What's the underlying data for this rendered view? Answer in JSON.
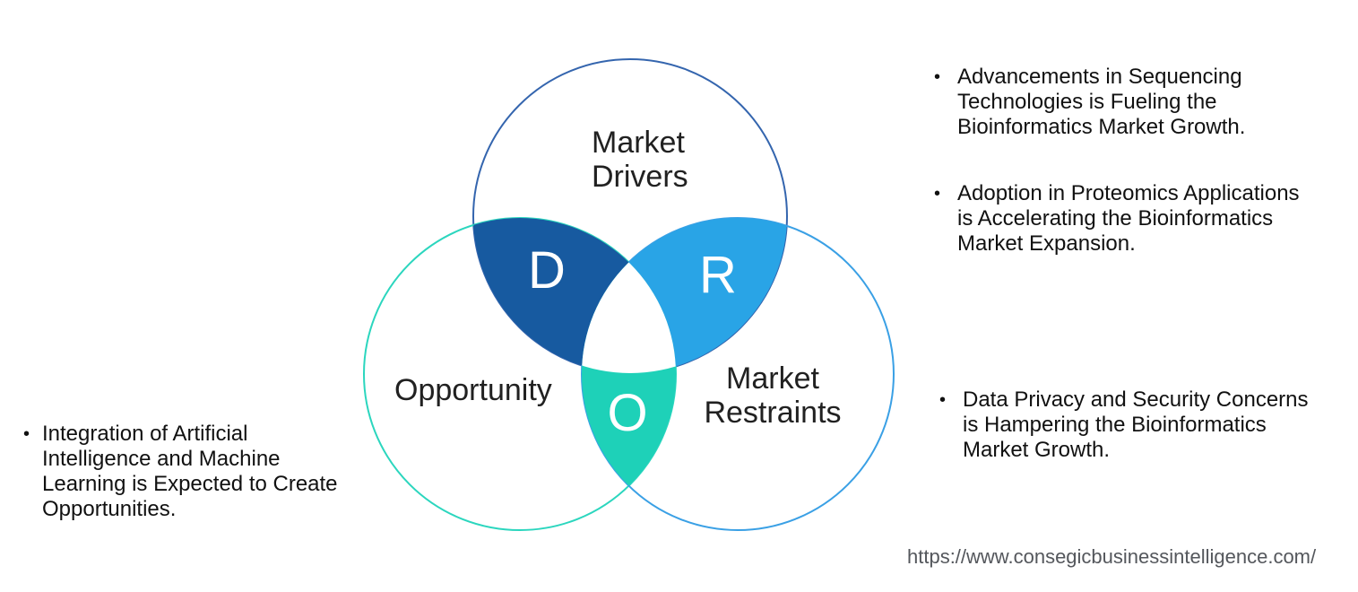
{
  "colors": {
    "background": "#ffffff",
    "drivers_stroke": "#3465ae",
    "opportunity_stroke": "#2bd6be",
    "restraints_stroke": "#3aa0e5",
    "d_fill": "#175aa0",
    "r_fill": "#29a4e6",
    "o_fill": "#1ed1b8",
    "center_fill": "#ffffff",
    "letter_color": "#ffffff",
    "label_color": "#212121",
    "note_color": "#111111",
    "url_color": "#54575c"
  },
  "venn": {
    "drivers": {
      "lines": [
        "Market",
        "Drivers"
      ],
      "letter": "D"
    },
    "opportunity": {
      "lines": [
        "Opportunity"
      ],
      "letter": "O"
    },
    "restraints": {
      "lines": [
        "Market",
        "Restraints"
      ],
      "letter": "R"
    }
  },
  "left_notes": [
    {
      "bullet": "•",
      "text": "Integration of Artificial Intelligence and Machine Learning is Expected to Create Opportunities."
    }
  ],
  "right_notes": [
    {
      "bullet": "•",
      "text": "Advancements in Sequencing Technologies is Fueling the Bioinformatics Market Growth."
    },
    {
      "bullet": "•",
      "text": "Adoption in Proteomics Applications is Accelerating the Bioinformatics Market Expansion."
    },
    {
      "bullet": "•",
      "text": "Data Privacy and Security Concerns is Hampering the Bioinformatics Market Growth."
    }
  ],
  "footer": {
    "url": "https://www.consegicbusinessintelligence.com/"
  }
}
